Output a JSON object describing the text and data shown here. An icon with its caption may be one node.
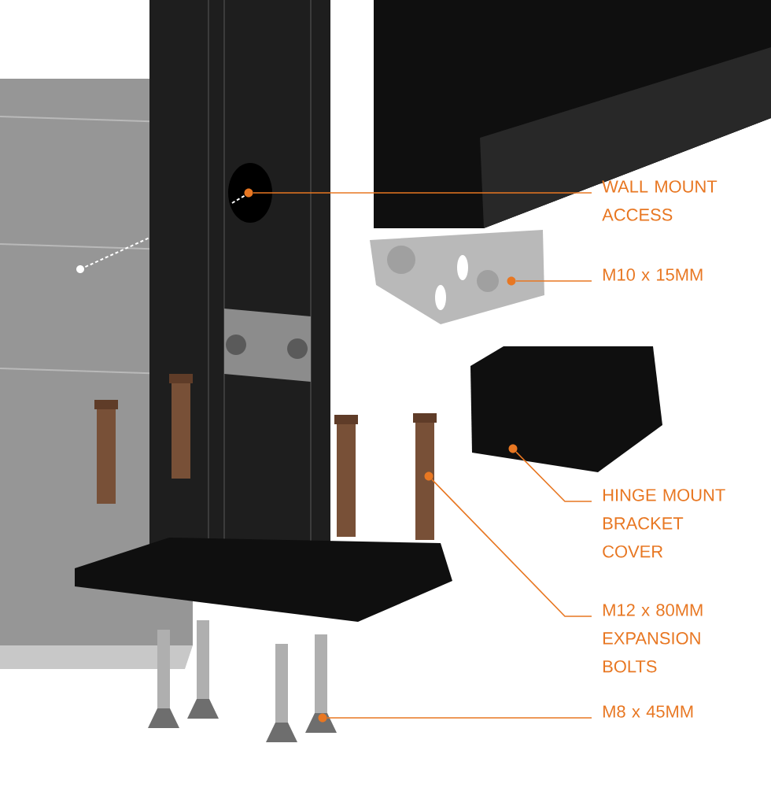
{
  "diagram": {
    "nodes": [
      {
        "text": [
          "WALL MOUNT ACCESS"
        ]
      },
      {
        "text": [
          "M10 x 15MM"
        ]
      },
      {
        "text": [
          "HINGE MOUNT BRACKET COVER"
        ]
      },
      {
        "text": [
          "M12 x 80MM EXPANSION BOLTS"
        ]
      },
      {
        "text": [
          "M8 x 45MM"
        ]
      },
      {
        "text": [],
        "shape": "circle"
      },
      {
        "text": [],
        "shape": "circle"
      },
      {
        "text": [],
        "shape": "circle"
      },
      {
        "text": [],
        "shape": "circle"
      },
      {
        "text": [],
        "shape": "circle"
      }
    ],
    "edges": [
      {
        "from": 0,
        "to": 5,
        "arrow": "none"
      },
      {
        "from": 1,
        "to": 6,
        "arrow": "none"
      },
      {
        "from": 2,
        "to": 7,
        "arrow": "none"
      },
      {
        "from": 3,
        "to": 8,
        "arrow": "none"
      },
      {
        "from": 4,
        "to": 9,
        "arrow": "none"
      }
    ]
  }
}
